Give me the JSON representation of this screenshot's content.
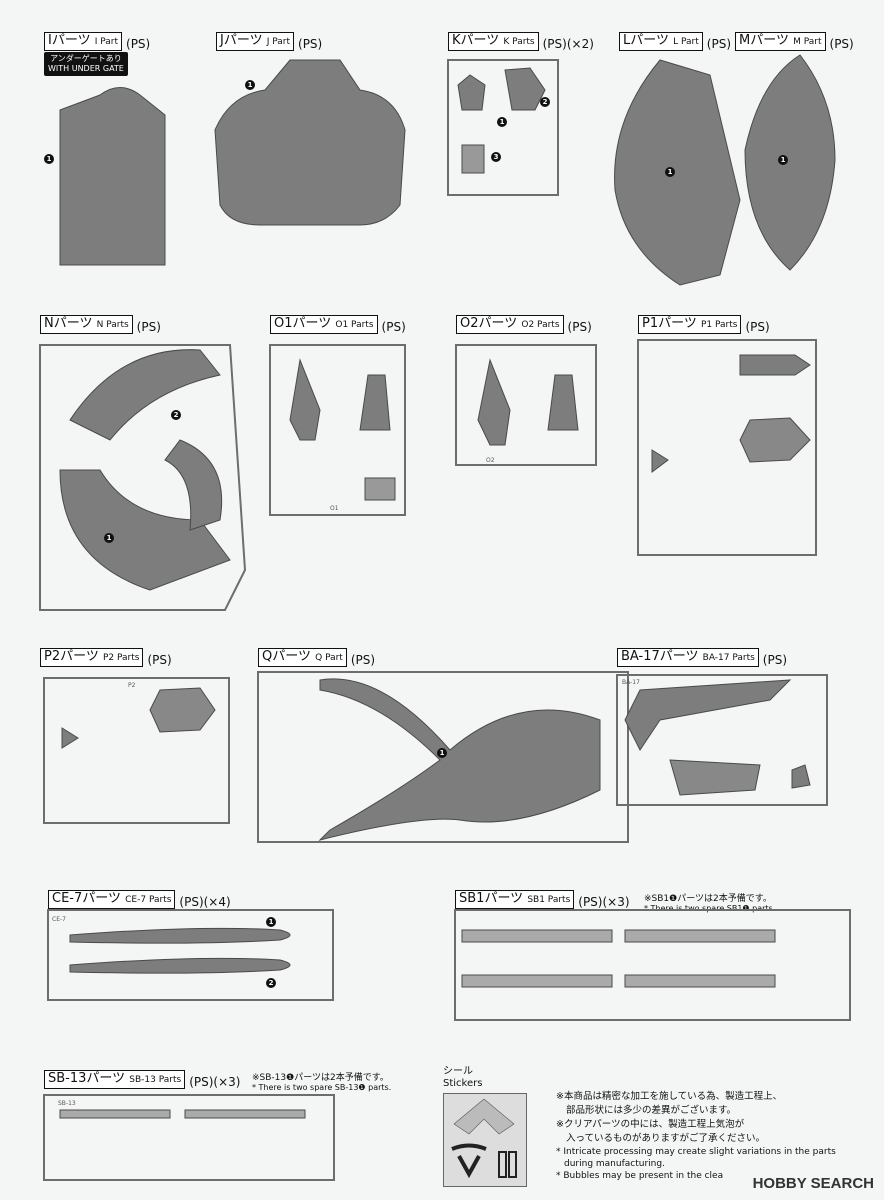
{
  "headers": {
    "I": {
      "jp": "Iパーツ",
      "en": "I Part",
      "tag": "(PS)"
    },
    "J": {
      "jp": "Jパーツ",
      "en": "J Part",
      "tag": "(PS)"
    },
    "K": {
      "jp": "Kパーツ",
      "en": "K Parts",
      "tag": "(PS)(×2)"
    },
    "L": {
      "jp": "Lパーツ",
      "en": "L Part",
      "tag": "(PS)"
    },
    "M": {
      "jp": "Mパーツ",
      "en": "M Part",
      "tag": "(PS)"
    },
    "N": {
      "jp": "Nパーツ",
      "en": "N Parts",
      "tag": "(PS)"
    },
    "O1": {
      "jp": "O1パーツ",
      "en": "O1 Parts",
      "tag": "(PS)"
    },
    "O2": {
      "jp": "O2パーツ",
      "en": "O2 Parts",
      "tag": "(PS)"
    },
    "P1": {
      "jp": "P1パーツ",
      "en": "P1 Parts",
      "tag": "(PS)"
    },
    "P2": {
      "jp": "P2パーツ",
      "en": "P2 Parts",
      "tag": "(PS)"
    },
    "Q": {
      "jp": "Qパーツ",
      "en": "Q Part",
      "tag": "(PS)"
    },
    "BA17": {
      "jp": "BA-17パーツ",
      "en": "BA-17 Parts",
      "tag": "(PS)"
    },
    "CE7": {
      "jp": "CE-7パーツ",
      "en": "CE-7 Parts",
      "tag": "(PS)(×4)"
    },
    "SB1": {
      "jp": "SB1パーツ",
      "en": "SB1 Parts",
      "tag": "(PS)(×3)"
    },
    "SB13": {
      "jp": "SB-13パーツ",
      "en": "SB-13 Parts",
      "tag": "(PS)(×3)"
    }
  },
  "under_gate": {
    "jp": "アンダーゲートあり",
    "en": "WITH UNDER GATE"
  },
  "sb1_note": {
    "jp": "※SB1❶パーツは2本予備です。",
    "en": "* There is two spare SB1❶ parts."
  },
  "sb13_note": {
    "jp": "※SB-13❶パーツは2本予備です。",
    "en": "* There is two spare SB-13❶ parts."
  },
  "stickers": {
    "jp": "シール",
    "en": "Stickers"
  },
  "notice": {
    "jp1": "※本商品は精密な加工を施している為、製造工程上、",
    "jp2": "部品形状には多少の差異がございます。",
    "jp3": "※クリアパーツの中には、製造工程上気泡が",
    "jp4": "入っているものがありますがご了承ください。",
    "en1": "* Intricate processing may create slight variations in the parts",
    "en2": "during manufacturing.",
    "en3": "* Bubbles may be present in the clea"
  },
  "watermark": "HOBBY SEARCH",
  "runner_labels": {
    "ce7": "CE-7",
    "sb13": "SB-13",
    "ba17": "BA-17",
    "o2": "O2",
    "o1": "O1",
    "p2": "P2"
  }
}
